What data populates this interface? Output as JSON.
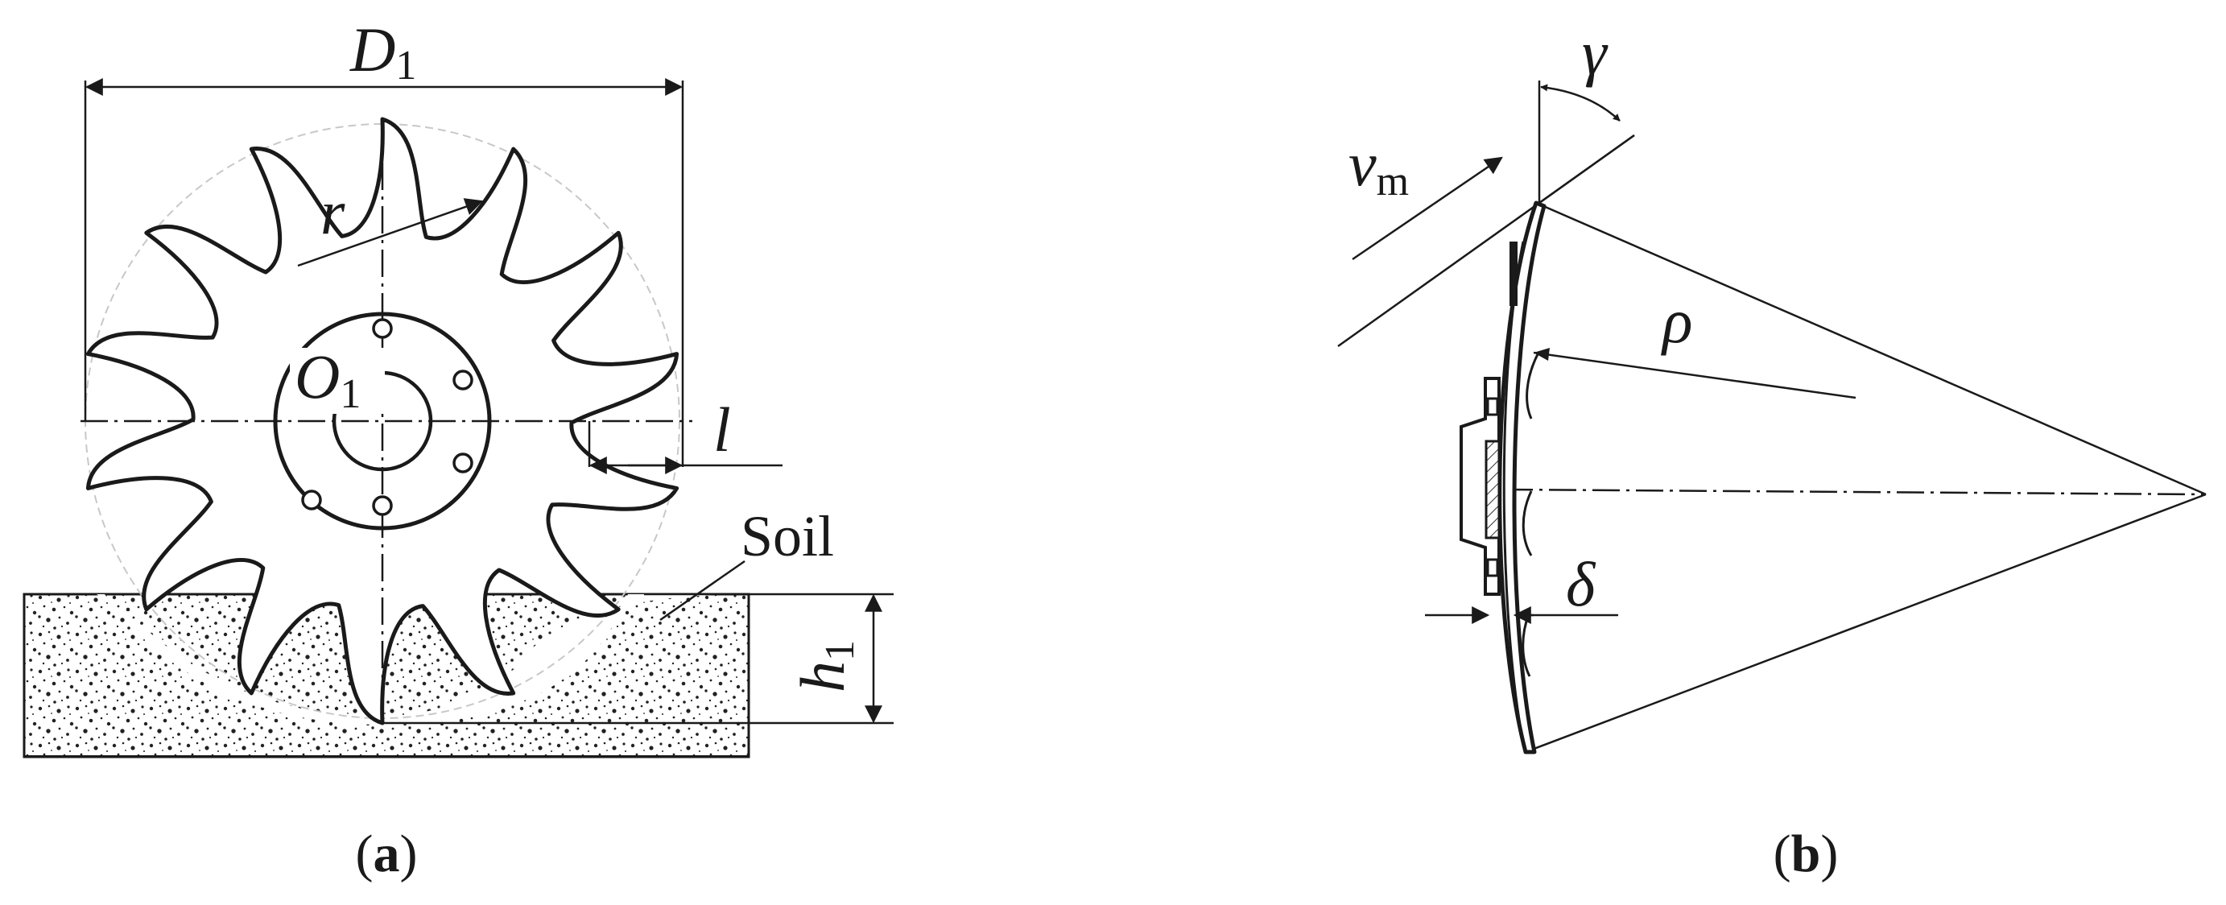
{
  "panel_a": {
    "caption_letter": "a",
    "label_D": "D",
    "label_D_sub": "1",
    "label_r": "r",
    "label_O": "O",
    "label_O_sub": "1",
    "label_l": "l",
    "label_soil": "Soil",
    "label_h": "h",
    "label_h_sub": "1"
  },
  "panel_b": {
    "caption_letter": "b",
    "label_v": "v",
    "label_v_sub": "m",
    "label_gamma": "γ",
    "label_rho": "ρ",
    "label_delta": "δ"
  },
  "colors": {
    "ink": "#1a1a1a",
    "guide": "#c8c8c8"
  }
}
